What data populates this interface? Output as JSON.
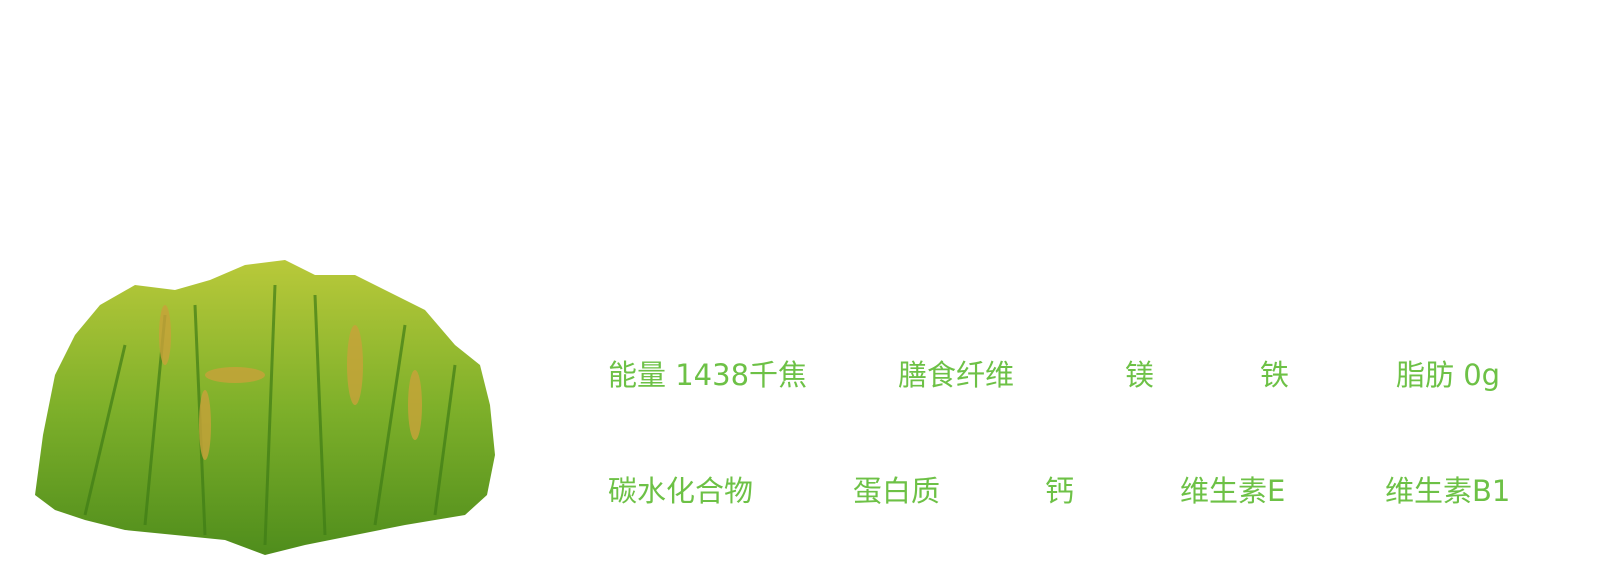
{
  "accent_color": "#6dc146",
  "image": {
    "icon": "rice-field-image"
  },
  "nutrients": {
    "row1": [
      "能量 1438千焦",
      "膳食纤维",
      "镁",
      "铁",
      "脂肪 0g"
    ],
    "row2": [
      "碳水化合物",
      "蛋白质",
      "钙",
      "维生素E",
      "维生素B1"
    ]
  }
}
